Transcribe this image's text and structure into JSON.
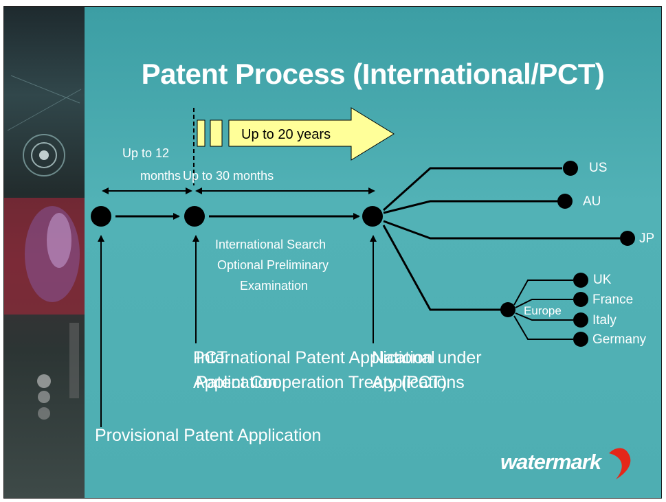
{
  "slide": {
    "title": "Patent Process (International/PCT)"
  },
  "timeline": {
    "up_to_20_years": "Up to 20 years",
    "up_to_12_months_line1": "Up to 12",
    "up_to_12_months_line2": "months",
    "up_to_30_months": "Up to 30 months",
    "search_line1": "International Search",
    "search_line2": "Optional Preliminary",
    "search_line3": "Examination",
    "pct_application_line1": "PCT",
    "pct_application_line2": "Application",
    "international_app_line1": "International Patent Application under",
    "international_app_line2": "Patent Cooperation Treaty (PCT)",
    "national_line1": "National",
    "national_line2": "Applications",
    "provisional": "Provisional Patent Application"
  },
  "countries": {
    "us": "US",
    "au": "AU",
    "jp": "JP",
    "uk": "UK",
    "france": "France",
    "italy": "Italy",
    "germany": "Germany",
    "europe": "Europe"
  },
  "logo": {
    "text": "watermark"
  },
  "colors": {
    "background": "#4aa9ae",
    "arrow_fill": "#ffff99",
    "text": "#ffffff",
    "logo_red": "#e4271a"
  }
}
